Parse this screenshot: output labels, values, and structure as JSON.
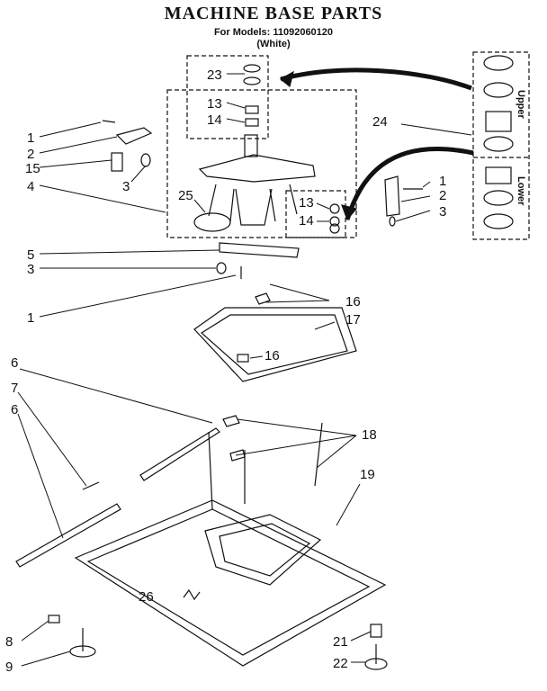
{
  "header": {
    "title": "MACHINE BASE PARTS",
    "models_line": "For Models: 11092060120",
    "color_line": "(White)"
  },
  "side_panel": {
    "upper_label": "Upper",
    "lower_label": "Lower"
  },
  "callouts": [
    "1",
    "2",
    "15",
    "3",
    "4",
    "23",
    "13",
    "14",
    "25",
    "24",
    "13",
    "14",
    "1",
    "2",
    "3",
    "5",
    "3",
    "1",
    "16",
    "17",
    "16",
    "6",
    "7",
    "6",
    "18",
    "19",
    "26",
    "8",
    "9",
    "21",
    "22"
  ]
}
